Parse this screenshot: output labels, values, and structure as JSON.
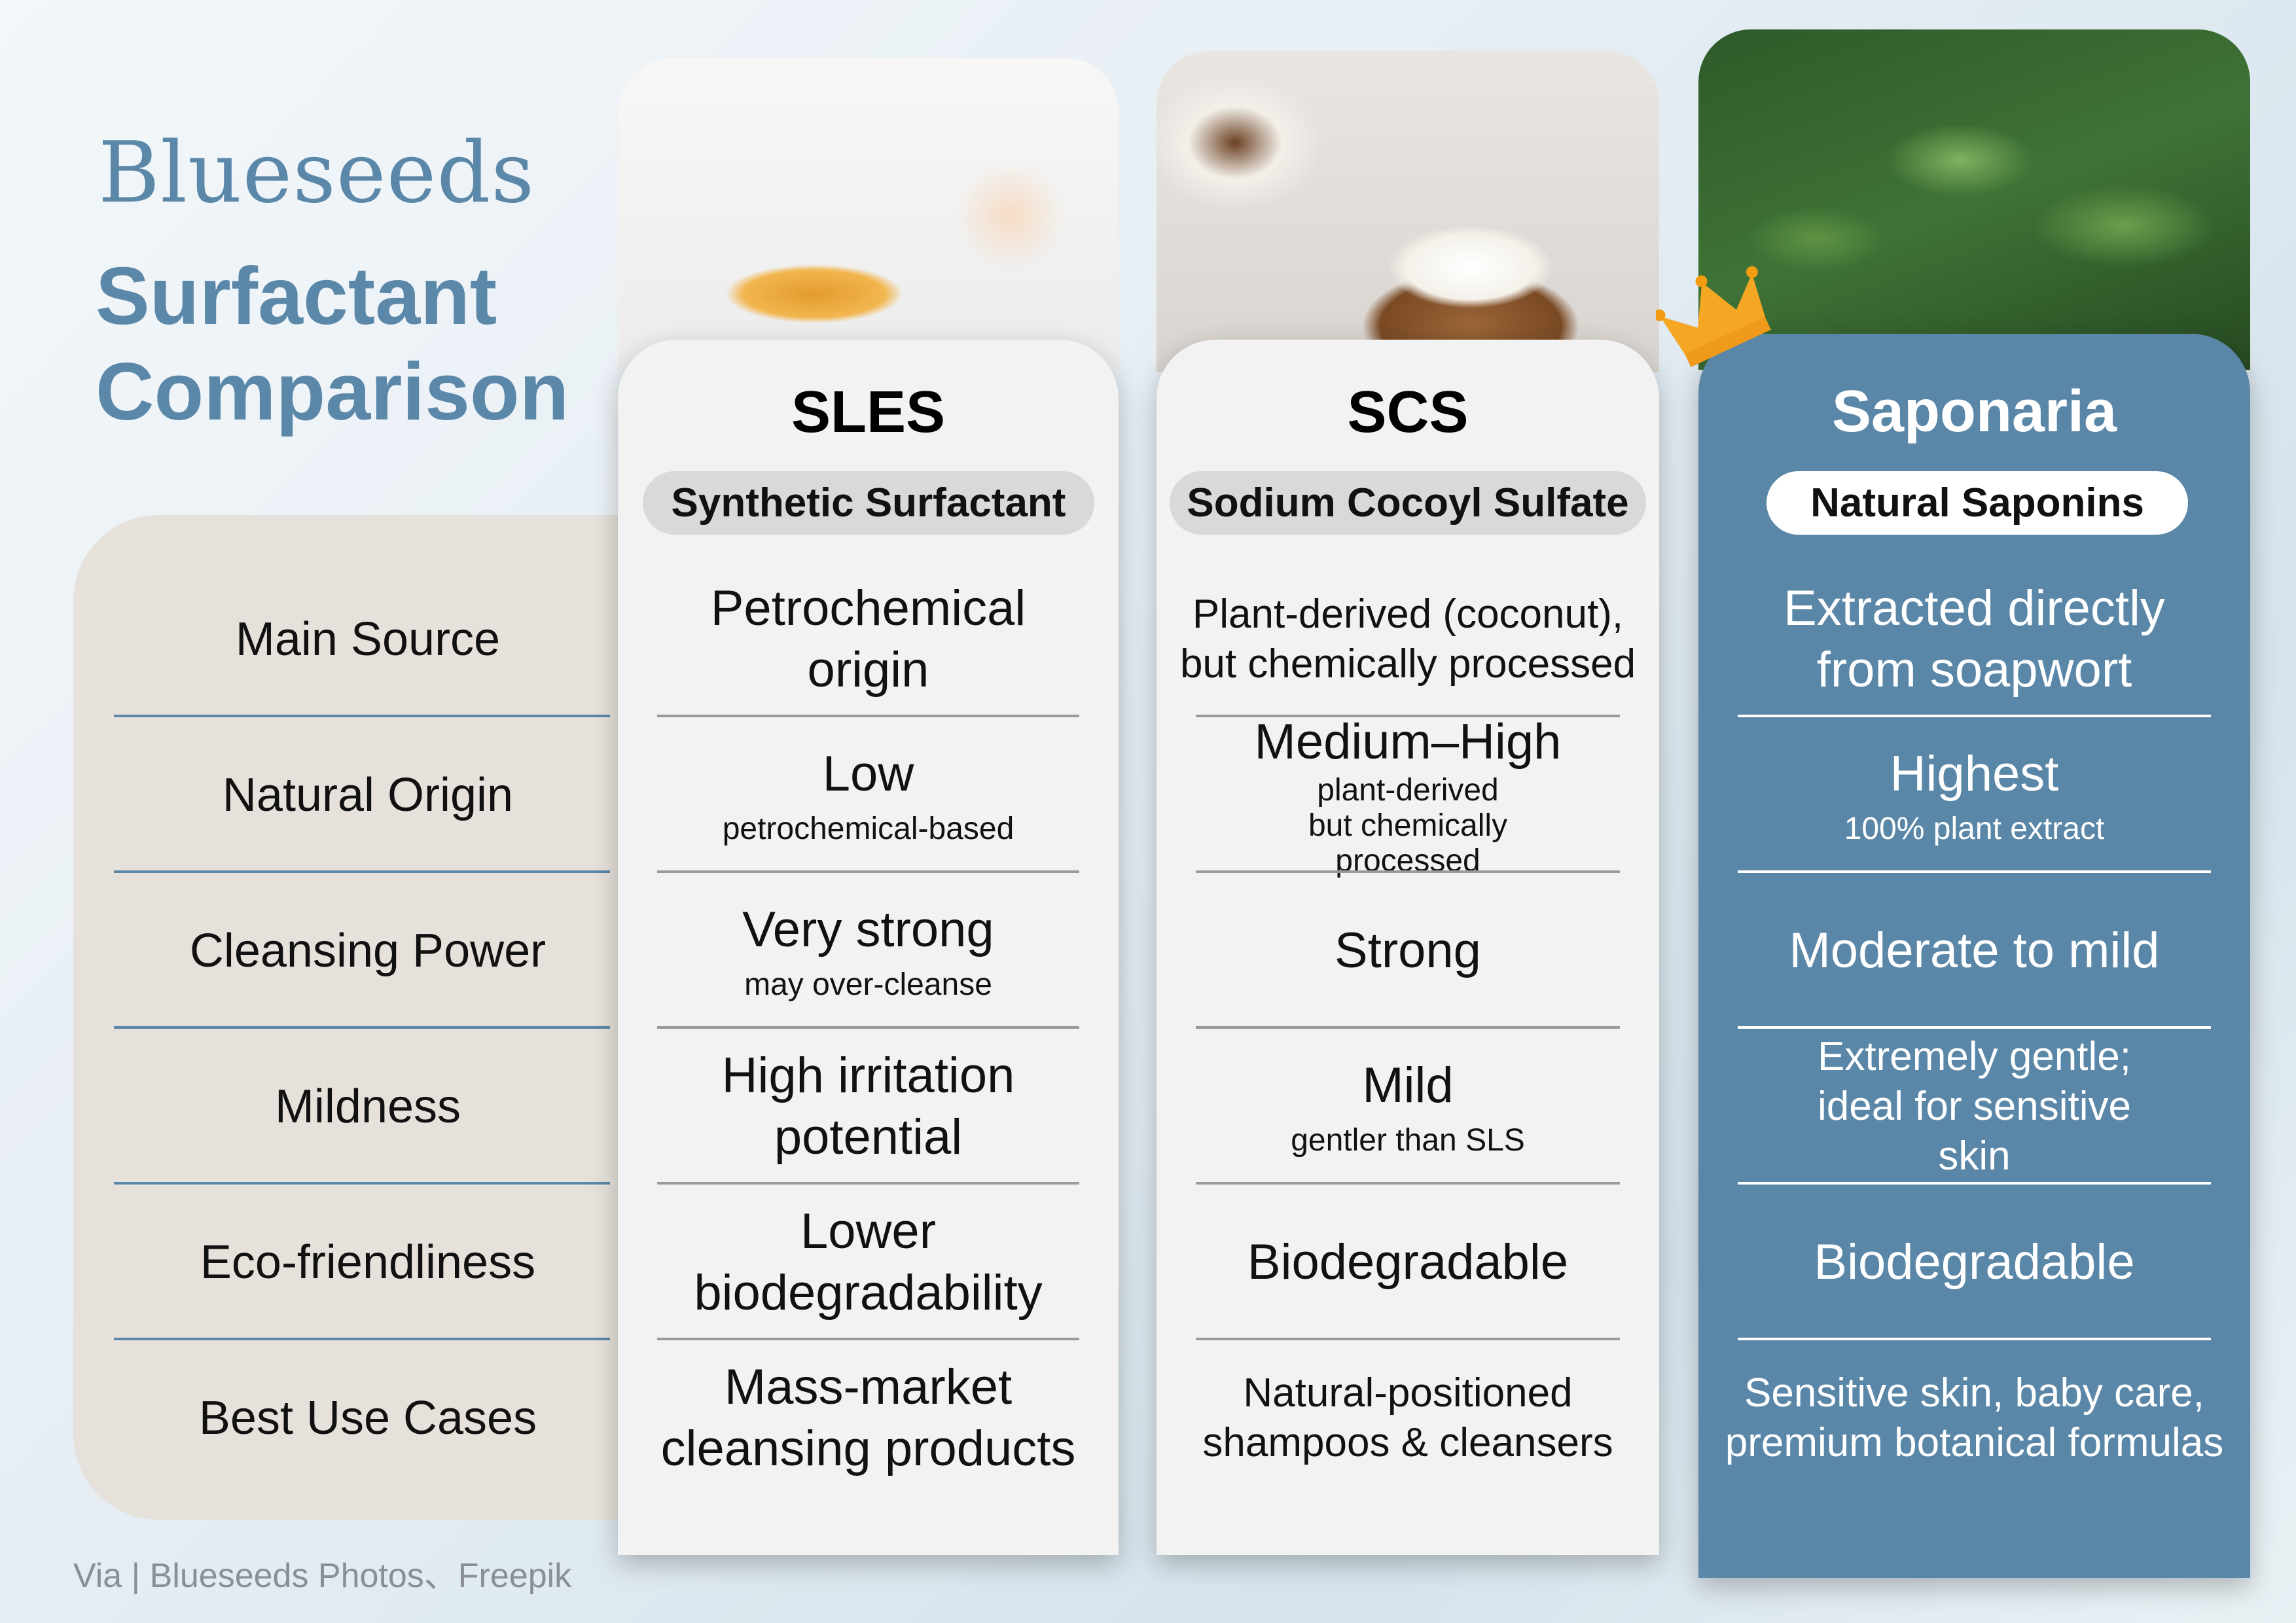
{
  "brand": "Blueseeds",
  "title_line1": "Surfactant",
  "title_line2": "Comparison",
  "credit": "Via | Blueseeds Photos、Freepik",
  "row_labels": [
    "Main Source",
    "Natural Origin",
    "Cleansing Power",
    "Mildness",
    "Eco-friendliness",
    "Best Use Cases"
  ],
  "columns": [
    {
      "name": "SLES",
      "tag": "Synthetic Surfactant",
      "image": "oil-in-glassware",
      "cells": [
        {
          "main": "Petrochemical origin"
        },
        {
          "main": "Low",
          "sub": "petrochemical-based"
        },
        {
          "main": "Very strong",
          "sub": "may over-cleanse"
        },
        {
          "main": "High irritation potential"
        },
        {
          "main": "Lower biodegradability"
        },
        {
          "main": "Mass-market cleansing products"
        }
      ]
    },
    {
      "name": "SCS",
      "tag": "Sodium Cocoyl Sulfate",
      "image": "coconut-in-bowl",
      "cells": [
        {
          "mid": "Plant-derived (coconut), but chemically processed"
        },
        {
          "main": "Medium–High",
          "sub": "plant-derived but chemically processed"
        },
        {
          "main": "Strong"
        },
        {
          "main": "Mild",
          "sub": "gentler than SLS"
        },
        {
          "main": "Biodegradable"
        },
        {
          "mid": "Natural-positioned shampoos & cleansers"
        }
      ]
    },
    {
      "name": "Saponaria",
      "tag": "Natural Saponins",
      "image": "soapwort-leaves",
      "badge": "crown-icon",
      "cells": [
        {
          "main": "Extracted directly from soapwort"
        },
        {
          "main": "Highest",
          "sub": "100% plant extract"
        },
        {
          "main": "Moderate to mild"
        },
        {
          "mid": "Extremely gentle; ideal for sensitive skin"
        },
        {
          "main": "Biodegradable"
        },
        {
          "mid": "Sensitive skin, baby care, premium botanical formulas"
        }
      ]
    }
  ],
  "colors": {
    "accent": "#5b87a8",
    "panel": "#e6e1da",
    "card": "#f2f2f2",
    "pill": "#d9d9d9"
  }
}
